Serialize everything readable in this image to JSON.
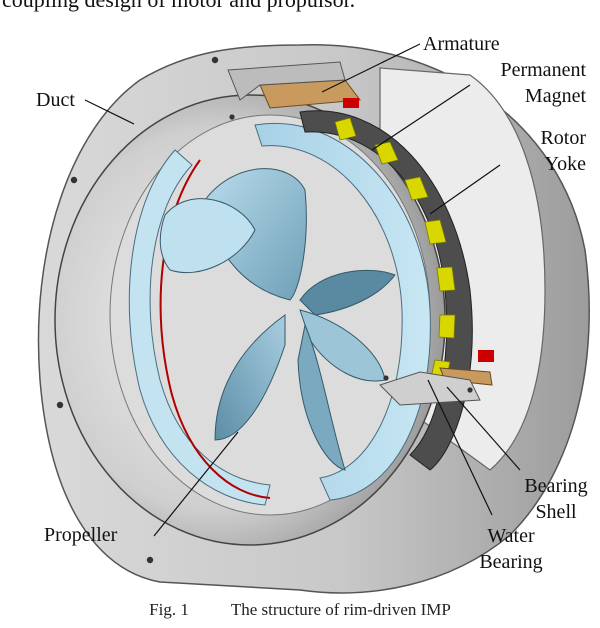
{
  "top_text": "coupling design of motor and propulsor.",
  "labels": {
    "armature": "Armature",
    "permanent_magnet_1": "Permanent",
    "permanent_magnet_2": "Magnet",
    "duct": "Duct",
    "rotor_yoke_1": "Rotor",
    "rotor_yoke_2": "Yoke",
    "bearing_shell_1": "Bearing",
    "bearing_shell_2": "Shell",
    "propeller": "Propeller",
    "water_bearing_1": "Water",
    "water_bearing_2": "Bearing"
  },
  "caption": {
    "fig": "Fig. 1",
    "text": "The structure of rim-driven IMP"
  },
  "colors": {
    "duct": "#bdbdbd",
    "rotor_ring": "#b7dcec",
    "blade": "#8fb9cc",
    "magnet": "#d8d800",
    "yoke": "#4d4d4d",
    "armature": "#c99a5e",
    "red_accent": "#cc0000"
  }
}
